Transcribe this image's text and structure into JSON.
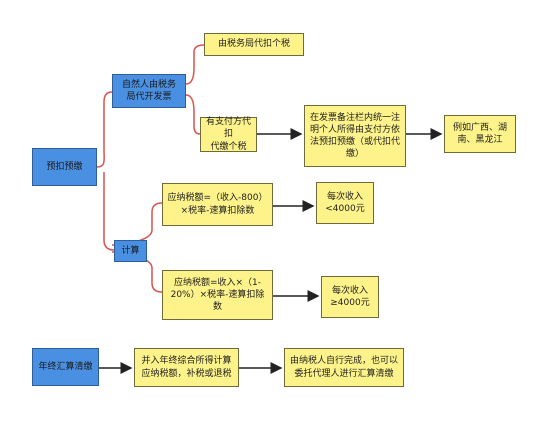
{
  "colors": {
    "blue_node": "#4a90e2",
    "yellow_node": "#fdf38a",
    "red_connector": "#d9534f",
    "black_arrow": "#222222"
  },
  "nodes": {
    "prepay": "预扣预缴",
    "natural_person": "自然人由税务\n局代开发票",
    "tax_bureau": "由税务局代扣个税",
    "payer_withhold": "有支付方代扣\n代缴个税",
    "remark_note": "在发票备注栏内统一注\n明个人所得由支付方依\n法预扣预缴（或代扣代\n缴）",
    "examples": "例如广西、湖\n南、黑龙江",
    "calc": "计算",
    "formula_1": "应纳税额=（收入-800）\n×税率-速算扣除数",
    "condition_1": "每次收入\n<4000元",
    "formula_2": "应纳税额=收入×（1-\n20%）×税率-速算扣除\n数",
    "condition_2": "每次收入\n≥4000元",
    "annual": "年终汇算清缴",
    "annual_merge": "并入年终综合所得计算\n应纳税额，补税或退税",
    "annual_self": "由纳税人自行完成，也可以\n委托代理人进行汇算清缴"
  }
}
